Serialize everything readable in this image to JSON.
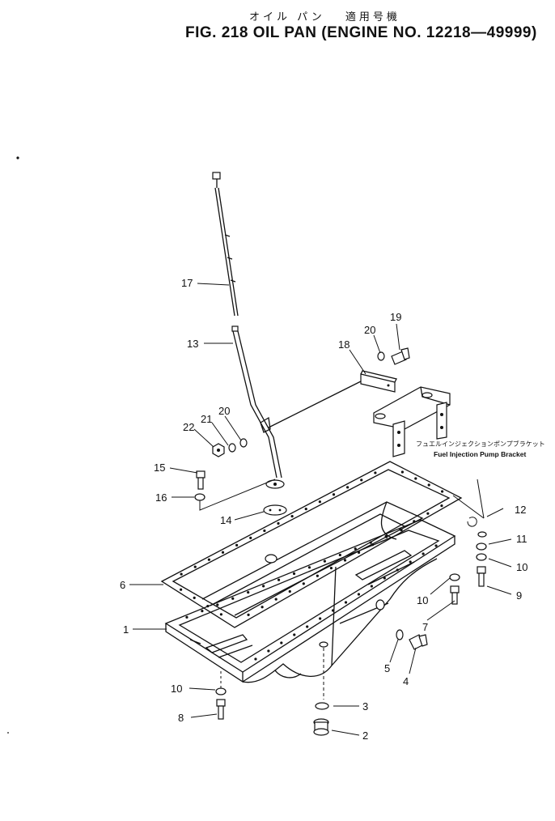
{
  "header": {
    "title_jp": "オイル パン　 適用号機",
    "title": "FIG. 218  OIL PAN (ENGINE NO. 12218—49999)"
  },
  "callouts": [
    {
      "id": "c1",
      "text": "1"
    },
    {
      "id": "c2",
      "text": "2"
    },
    {
      "id": "c3",
      "text": "3"
    },
    {
      "id": "c4",
      "text": "4"
    },
    {
      "id": "c5",
      "text": "5"
    },
    {
      "id": "c6",
      "text": "6"
    },
    {
      "id": "c7",
      "text": "7"
    },
    {
      "id": "c8",
      "text": "8"
    },
    {
      "id": "c9",
      "text": "9"
    },
    {
      "id": "c10a",
      "text": "10"
    },
    {
      "id": "c10b",
      "text": "10"
    },
    {
      "id": "c10c",
      "text": "10"
    },
    {
      "id": "c11",
      "text": "11"
    },
    {
      "id": "c12",
      "text": "12"
    },
    {
      "id": "c13",
      "text": "13"
    },
    {
      "id": "c14",
      "text": "14"
    },
    {
      "id": "c15",
      "text": "15"
    },
    {
      "id": "c16",
      "text": "16"
    },
    {
      "id": "c17",
      "text": "17"
    },
    {
      "id": "c18",
      "text": "18"
    },
    {
      "id": "c19",
      "text": "19"
    },
    {
      "id": "c20a",
      "text": "20"
    },
    {
      "id": "c20b",
      "text": "20"
    },
    {
      "id": "c21",
      "text": "21"
    },
    {
      "id": "c22",
      "text": "22"
    }
  ],
  "annotation": {
    "jp": "フュエルインジェクションポンプブラケット",
    "en": "Fuel Injection Pump Bracket"
  }
}
